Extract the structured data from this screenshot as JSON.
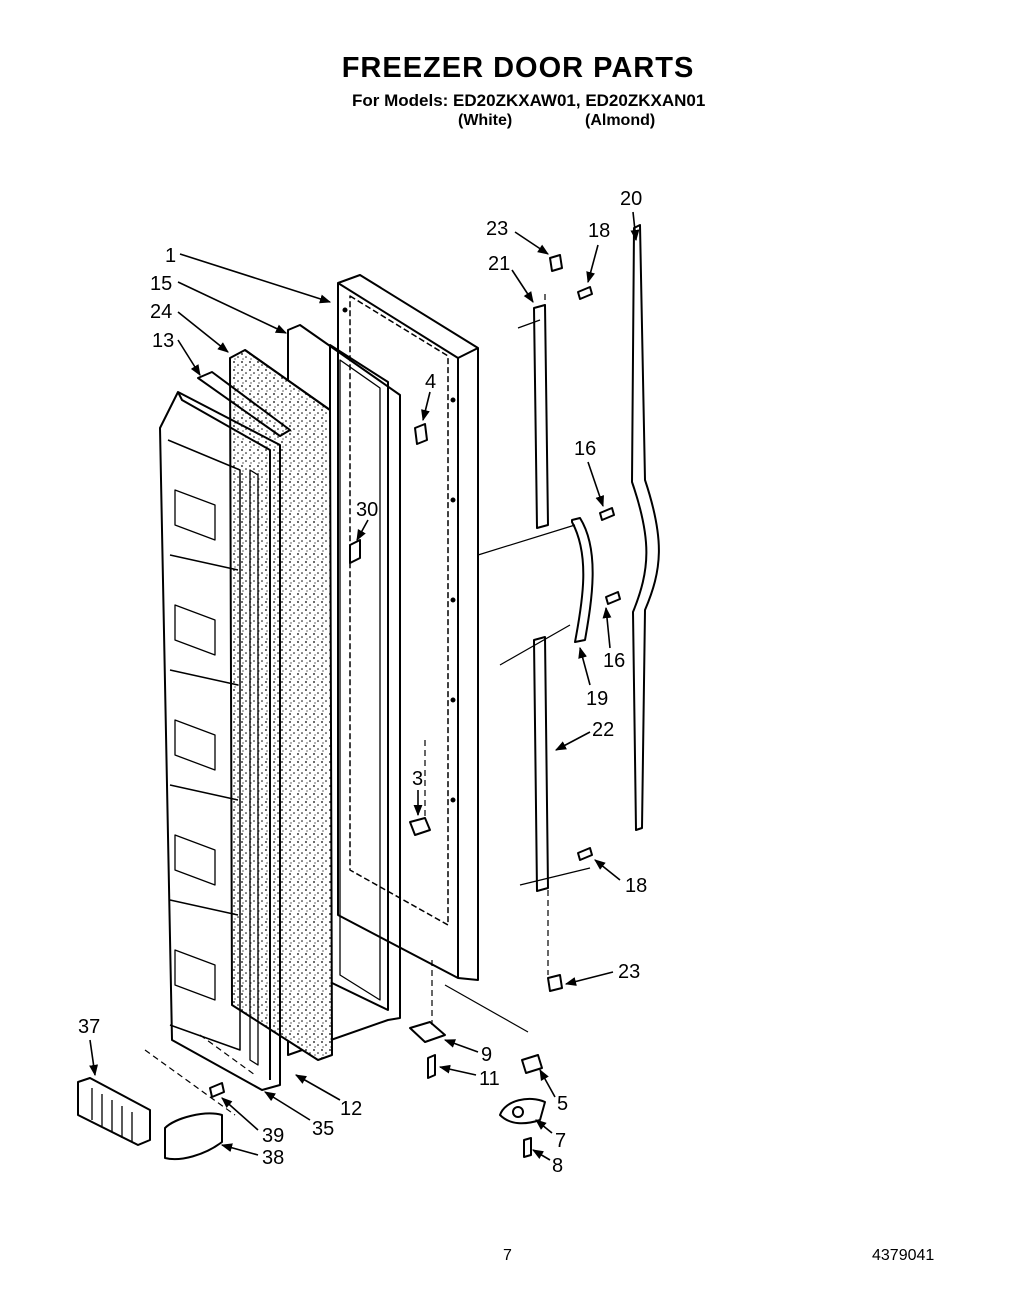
{
  "page": {
    "title": "FREEZER DOOR PARTS",
    "models_line": "For Models: ED20ZKXAW01, ED20ZKXAN01",
    "variant_white": "(White)",
    "variant_almond": "(Almond)",
    "page_number": "7",
    "doc_number": "4379041"
  },
  "callouts": {
    "c1": "1",
    "c15": "15",
    "c24": "24",
    "c13": "13",
    "c23a": "23",
    "c18a": "18",
    "c21": "21",
    "c20": "20",
    "c4": "4",
    "c30": "30",
    "c16a": "16",
    "c16b": "16",
    "c19": "19",
    "c22": "22",
    "c3": "3",
    "c18b": "18",
    "c23b": "23",
    "c9": "9",
    "c11": "11",
    "c5": "5",
    "c7": "7",
    "c8": "8",
    "c12": "12",
    "c35": "35",
    "c39": "39",
    "c38": "38",
    "c37": "37"
  }
}
